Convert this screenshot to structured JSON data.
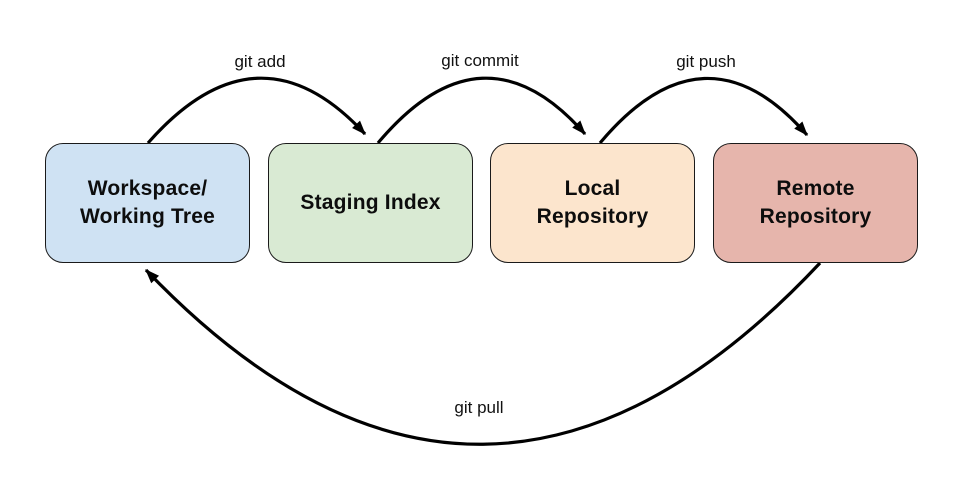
{
  "diagram": {
    "type": "flow-diagram",
    "subject": "git workflow",
    "nodes": [
      {
        "id": "workspace",
        "lines": [
          "Workspace/",
          "Working Tree"
        ],
        "fill": "#cfe2f3"
      },
      {
        "id": "staging",
        "lines": [
          "Staging Index"
        ],
        "fill": "#d9ead3"
      },
      {
        "id": "local",
        "lines": [
          "Local",
          "Repository"
        ],
        "fill": "#fce5cd"
      },
      {
        "id": "remote",
        "lines": [
          "Remote",
          "Repository"
        ],
        "fill": "#e6b5ac"
      }
    ],
    "edges": [
      {
        "label": "git add",
        "from": "workspace",
        "to": "staging"
      },
      {
        "label": "git commit",
        "from": "staging",
        "to": "local"
      },
      {
        "label": "git push",
        "from": "local",
        "to": "remote"
      },
      {
        "label": "git pull",
        "from": "remote",
        "to": "workspace"
      }
    ],
    "colors": {
      "background": "#ffffff",
      "arrow": "#000000",
      "node_border": "#1a1a1a",
      "text": "#0d0d0d"
    }
  }
}
